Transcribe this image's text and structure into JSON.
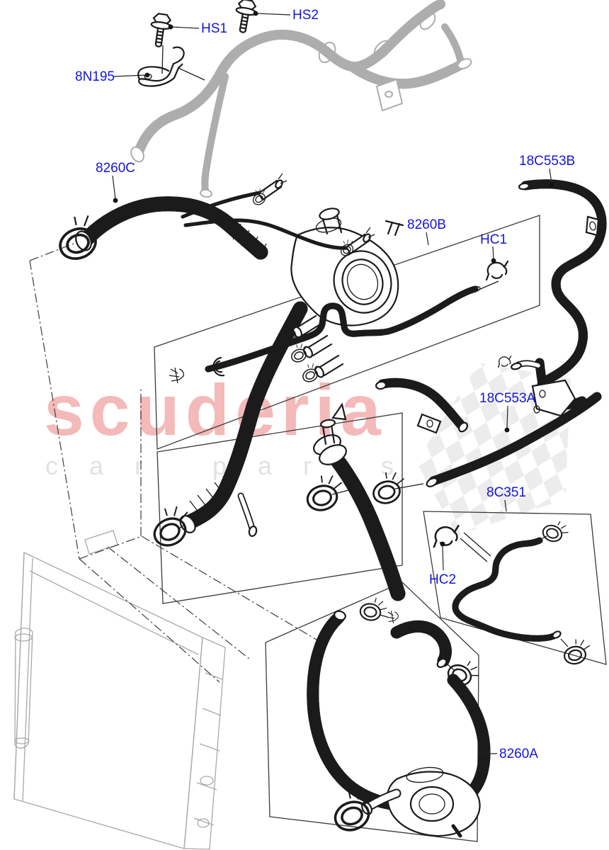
{
  "diagram": {
    "watermark": {
      "brand": "scuderia",
      "subtitle": "car parts"
    },
    "parts": [
      {
        "code": "HS1"
      },
      {
        "code": "HS2"
      },
      {
        "code": "8N195"
      },
      {
        "code": "8260C"
      },
      {
        "code": "18C553B"
      },
      {
        "code": "8260B"
      },
      {
        "code": "HC1"
      },
      {
        "code": "18C553A"
      },
      {
        "code": "8C351"
      },
      {
        "code": "HC2"
      },
      {
        "code": "8260A"
      }
    ],
    "colors": {
      "label": "#1515dd",
      "line": "#1b1b1b",
      "faint": "#adadad",
      "watermark_pink": "#f4b9b9",
      "watermark_gray": "#e2e2e2"
    }
  }
}
